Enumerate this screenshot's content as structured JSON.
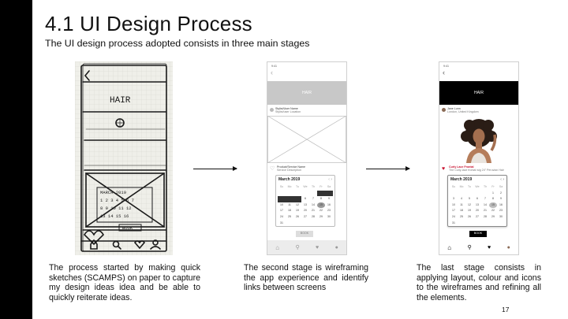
{
  "slide": {
    "title": "4.1 UI Design Process",
    "subtitle": "The UI design process adopted consists in three main stages",
    "page_number": "17"
  },
  "stages": [
    {
      "description": "The process started by making quick sketches (SCAMPS) on paper to capture my design ideas idea and be able to quickly reiterate ideas."
    },
    {
      "description": "The second stage is wireframing the app experience and identify links between screens"
    },
    {
      "description": "The last stage consists in applying layout, colour and icons to the wireframes and refining all the elements."
    }
  ],
  "sketch": {
    "header": "HAIR",
    "month": "MARCH 2019",
    "book": "BOOK"
  },
  "wireframe": {
    "time": "9:41",
    "header": "HAIR",
    "stylist_name": "Stylist/User Name",
    "stylist_location": "Stylist/user Location",
    "product": "Product/Service Name",
    "product_desc": "Service Description",
    "month": "March 2019",
    "weekdays": [
      "Su",
      "Mo",
      "Tu",
      "We",
      "Th",
      "Fr",
      "Sa"
    ],
    "days": [
      "",
      "",
      "",
      "",
      "",
      "1",
      "2",
      "3",
      "4",
      "5",
      "6",
      "7",
      "8",
      "9",
      "10",
      "11",
      "12",
      "13",
      "14",
      "15",
      "16",
      "17",
      "18",
      "19",
      "20",
      "21",
      "22",
      "23",
      "24",
      "25",
      "26",
      "27",
      "28",
      "29",
      "30",
      "31",
      ""
    ],
    "book": "BOOK"
  },
  "final": {
    "time": "9:41",
    "header": "HAIR",
    "stylist_name": "Jane Lunn",
    "stylist_location": "London, United Kingdom",
    "product": "Curly Lace Frontal",
    "product_desc": "The Curly-lace frontal wig 24\" Peruvian Hair",
    "month": "March 2019",
    "weekdays": [
      "Su",
      "Mo",
      "Tu",
      "We",
      "Th",
      "Fr",
      "Sa"
    ],
    "days": [
      "",
      "",
      "",
      "",
      "",
      "1",
      "2",
      "3",
      "4",
      "5",
      "6",
      "7",
      "8",
      "9",
      "10",
      "11",
      "12",
      "13",
      "14",
      "15",
      "16",
      "17",
      "18",
      "19",
      "20",
      "21",
      "22",
      "23",
      "24",
      "25",
      "26",
      "27",
      "28",
      "29",
      "30",
      "31",
      ""
    ],
    "book": "BOOK"
  },
  "colors": {
    "accent_red": "#c8102e",
    "black": "#000000"
  }
}
